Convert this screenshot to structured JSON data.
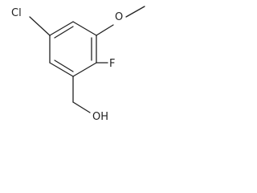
{
  "molecule": {
    "atoms": {
      "chlorine": "Cl",
      "methoxy_oxygen": "O",
      "fluorine": "F",
      "hydroxyl": "OH"
    }
  },
  "colors": {
    "line": "#222222",
    "background": "#ffffff"
  }
}
